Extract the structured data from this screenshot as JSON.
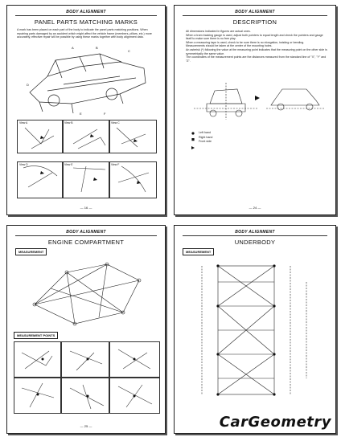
{
  "page1": {
    "header": "BODY ALIGNMENT",
    "title": "PANEL PARTS MATCHING MARKS",
    "intro": "A mark has been placed on each part of the body to indicate the panel parts matching positions. When repairing parts damaged by an accident which might affect the vehicle frame (members, pillars, etc.) more accurately, effective repair will be possible by using these marks together with body alignment data.",
    "views": [
      "View A",
      "View B",
      "View C",
      "View D",
      "View E",
      "View F"
    ],
    "page_number": "— 16 —"
  },
  "page2": {
    "header": "BODY ALIGNMENT",
    "title": "DESCRIPTION",
    "bullets": [
      "All dimensions indicated in figures are actual ones.",
      "When a tram tracking gauge is used, adjust both pointers to equal length and check the pointers and gauge itself to make sure there is no free play.",
      "When a measuring tape is used, check to be sure there is no elongation, twisting or bending.",
      "Measurements should be taken at the center of the mounting holes.",
      "An asterisk (*) following the value at the measuring point indicates that the measuring point on the other side is symmetrically the same value.",
      "The coordinates of the measurement points are the distances measured from the standard line of \"X\", \"Y\" and \"Z\"."
    ],
    "legend": [
      "Left hand",
      "Right hand",
      "Front side"
    ],
    "page_number": "— 24 —"
  },
  "page3": {
    "header": "BODY ALIGNMENT",
    "title": "ENGINE COMPARTMENT",
    "section": "MEASUREMENT",
    "points_section": "MEASUREMENT POINTS",
    "page_number": "— 25 —"
  },
  "page4": {
    "header": "BODY ALIGNMENT",
    "title": "UNDERBODY",
    "section": "MEASUREMENT"
  },
  "watermark": "CarGeometry"
}
